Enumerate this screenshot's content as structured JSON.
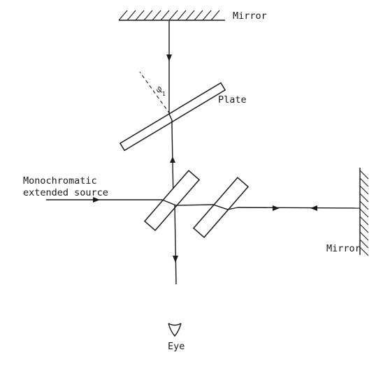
{
  "labels": {
    "mirror_top": "Mirror",
    "mirror_right": "Mirror",
    "plate": "Plate",
    "source_line1": "Monochromatic",
    "source_line2": "extended source",
    "eye": "Eye",
    "angle_symbol": "φ",
    "angle_subscript": "1"
  }
}
